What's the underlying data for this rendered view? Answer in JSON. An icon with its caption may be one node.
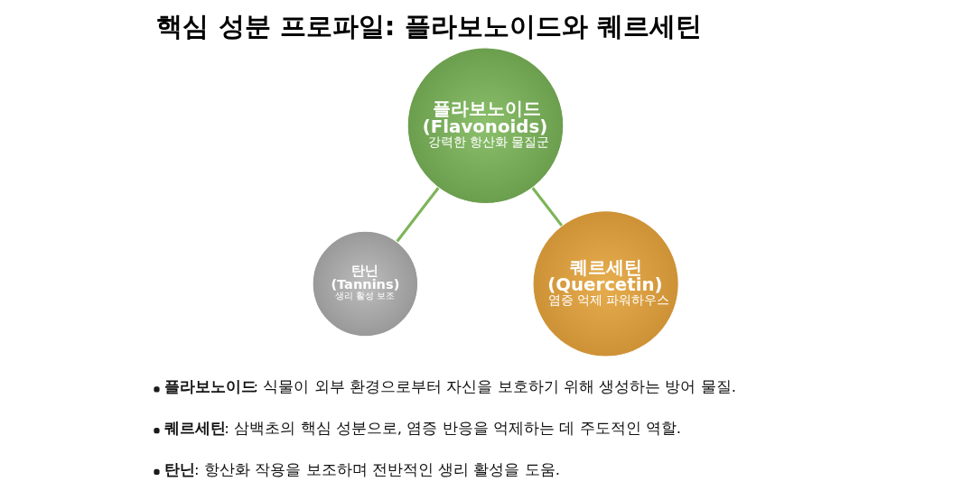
{
  "diagram": {
    "title": "핵심 성분 프로파일: 플라보노이드와 퀘르세틴",
    "nodes": [
      {
        "text": [
          "플라보노이드 (Flavonoids)",
          "강력한 항산화 물질군"
        ]
      },
      {
        "text": [
          "탄닌 (Tannins)",
          "생리 활성 보조"
        ]
      },
      {
        "text": [
          "퀘르세틴 (Quercetin)",
          "염증 억제 파워하우스"
        ]
      }
    ],
    "edges": [
      {
        "from": 0,
        "to": 1,
        "arrow": "none"
      },
      {
        "from": 0,
        "to": 2,
        "arrow": "none"
      }
    ],
    "labels": [
      "**플라보노이드**: 식물이 외부 환경으로부터 자신을 보호하기 위해 생성하는 방어 물질.",
      "**퀘르세틴**: 삼백초의 핵심 성분으로, 염증 반응을 억제하는 데 주도적인 역할.",
      "**탄닌**: 항산화 작용을 보조하며 전반적인 생리 활성을 도움."
    ]
  }
}
